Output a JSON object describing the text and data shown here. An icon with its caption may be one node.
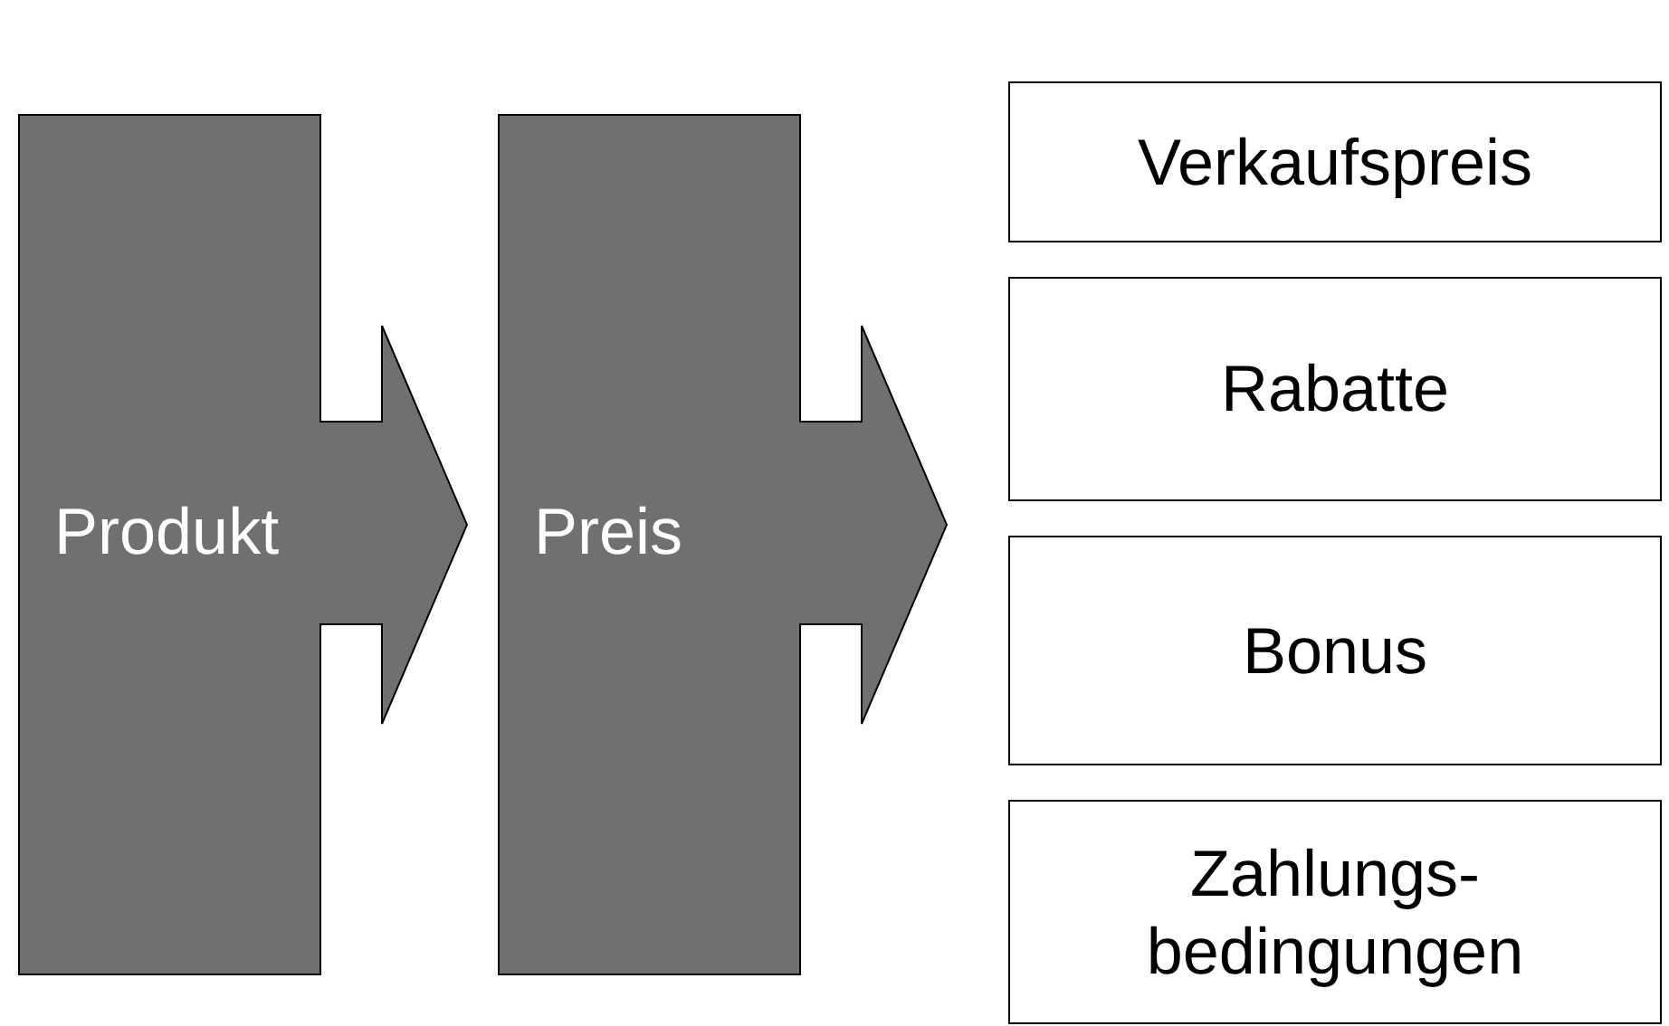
{
  "diagram": {
    "nodes": [
      {
        "text": [
          "Produkt"
        ]
      },
      {
        "text": [
          "Preis"
        ]
      },
      {
        "text": [
          "Verkaufspreis"
        ]
      },
      {
        "text": [
          "Rabatte"
        ]
      },
      {
        "text": [
          "Bonus"
        ]
      },
      {
        "text": [
          "Zahlungs- bedingungen"
        ]
      }
    ]
  }
}
